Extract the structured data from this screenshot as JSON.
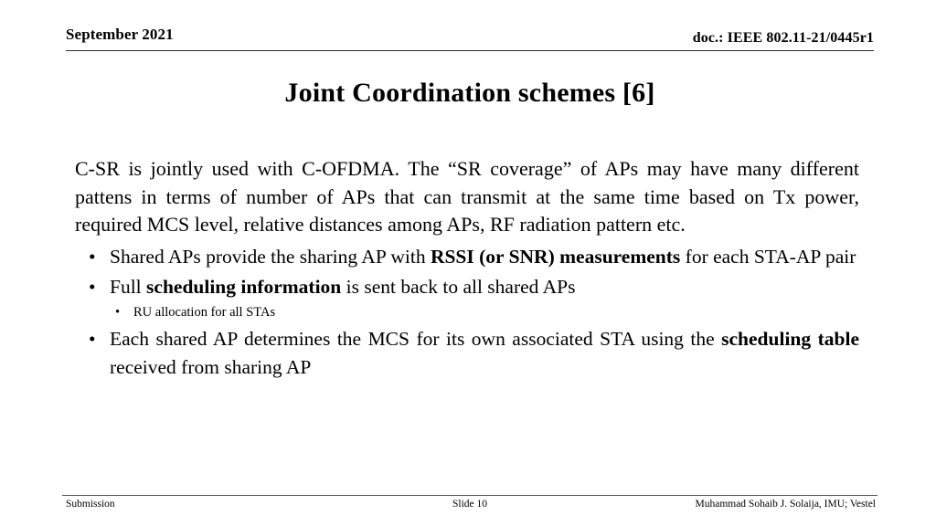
{
  "header": {
    "date": "September 2021",
    "doc_ref": "doc.: IEEE 802.11-21/0445r1"
  },
  "title": "Joint Coordination schemes [6]",
  "body": {
    "paragraph": "C-SR is jointly used with C-OFDMA. The “SR coverage” of APs may have many different pattens in terms of number of APs that can transmit at the same time based on Tx power, required MCS level, relative distances among APs, RF radiation pattern etc.",
    "bullets": [
      {
        "pre": "Shared APs provide the sharing AP with ",
        "bold": "RSSI (or SNR) measurements",
        "post": "  for each STA-AP pair"
      },
      {
        "pre": "Full ",
        "bold": "scheduling information",
        "post": " is sent back to all shared APs",
        "sub": [
          "RU allocation for all STAs"
        ]
      },
      {
        "pre": "Each shared AP determines the MCS for its own associated STA using the ",
        "bold": "scheduling table",
        "post": " received from sharing AP"
      }
    ],
    "bullet_marker": "•",
    "sub_bullet_marker": "•"
  },
  "footer": {
    "left": "Submission",
    "center": "Slide 10",
    "right": "Muhammad Sohaib J. Solaija, IMU; Vestel"
  },
  "colors": {
    "text": "#000000",
    "rule": "#2b2b2b",
    "background": "#ffffff"
  }
}
